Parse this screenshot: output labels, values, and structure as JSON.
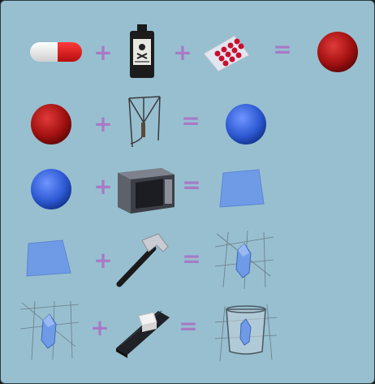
{
  "operators": {
    "plus": "+",
    "equals": "="
  },
  "colors": {
    "background": "#97bfd0",
    "operator": "#a77ac6",
    "red_sphere": "#b01818",
    "blue_sphere": "#2f5ed8",
    "blue_sheet": "#6f9be6"
  },
  "recipes": [
    {
      "inputs": [
        "capsule-pill",
        "poison-bottle",
        "pill-blister-pack"
      ],
      "output": "red-sphere"
    },
    {
      "inputs": [
        "red-sphere",
        "ring-stand"
      ],
      "output": "blue-sphere"
    },
    {
      "inputs": [
        "blue-sphere",
        "microwave-oven"
      ],
      "output": "blue-sheet"
    },
    {
      "inputs": [
        "blue-sheet",
        "hammer"
      ],
      "output": "blue-crystal"
    },
    {
      "inputs": [
        "blue-crystal",
        "conveyor-belt"
      ],
      "output": "crystal-in-beaker"
    }
  ]
}
